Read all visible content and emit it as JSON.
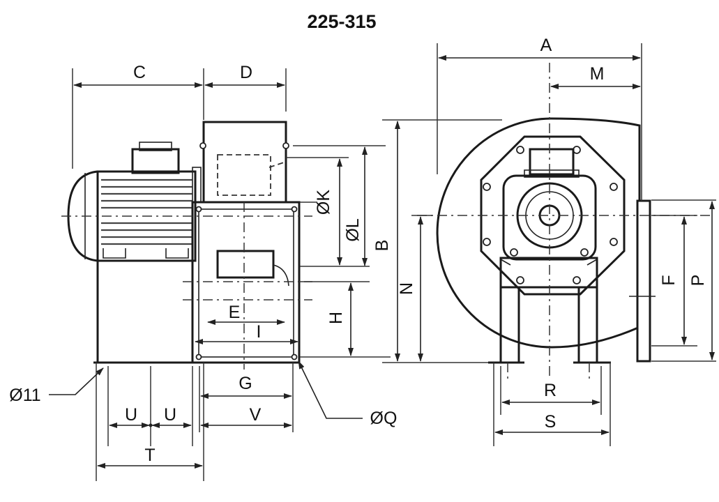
{
  "title": "225-315",
  "labels": {
    "A": "A",
    "B": "B",
    "C": "C",
    "D": "D",
    "E": "E",
    "F": "F",
    "G": "G",
    "H": "H",
    "I": "I",
    "K": "ØK",
    "L": "ØL",
    "M": "M",
    "N": "N",
    "P": "P",
    "Q": "ØQ",
    "R": "R",
    "S": "S",
    "T": "T",
    "U1": "U",
    "U2": "U",
    "V": "V",
    "hole": "Ø11"
  }
}
